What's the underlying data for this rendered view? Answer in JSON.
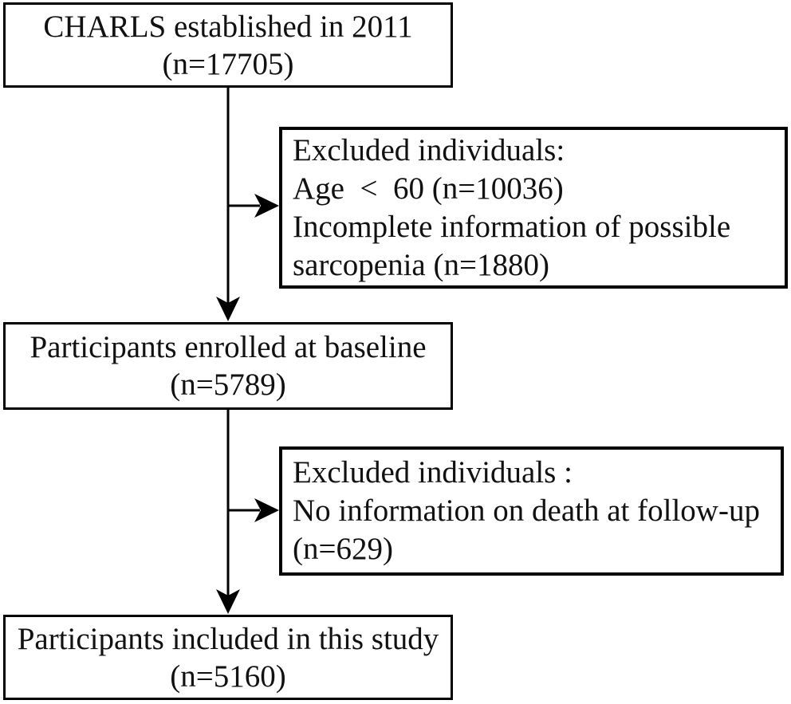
{
  "figure": {
    "title_semantic": "Participant selection flow diagram",
    "colors": {
      "background": "#ffffff",
      "border": "#000000",
      "text": "#111111",
      "arrow": "#000000"
    },
    "boxes": {
      "charls": {
        "lines": [
          "CHARLS established in 2011",
          "(n=17705)"
        ]
      },
      "excluded_baseline": {
        "lines": [
          "Excluded individuals:",
          "Age  <  60 (n=10036)",
          "Incomplete information of possible",
          "sarcopenia (n=1880)"
        ]
      },
      "enrolled": {
        "lines": [
          "Participants enrolled at baseline",
          "(n=5789)"
        ]
      },
      "excluded_followup": {
        "lines": [
          "Excluded individuals :",
          "No information on death at follow-up",
          "(n=629)"
        ]
      },
      "included": {
        "lines": [
          "Participants included in this study",
          "(n=5160)"
        ]
      }
    }
  }
}
